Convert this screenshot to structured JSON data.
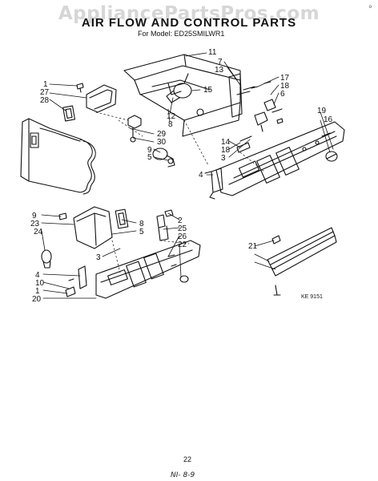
{
  "watermark": "AppliancePartsPros.com",
  "title": "AIR FLOW AND CONTROL PARTS",
  "subtitle": "For Model: ED25SMILWR1",
  "corner_mark": "o",
  "ref_code": "KE 9151",
  "page_number": "22",
  "handwritten": "NI- 8-9",
  "callouts": [
    "1",
    "27",
    "28",
    "29",
    "30",
    "9",
    "5",
    "11",
    "7",
    "13",
    "15",
    "12",
    "8",
    "17",
    "18",
    "6",
    "19",
    "16",
    "14",
    "18",
    "3",
    "4",
    "2",
    "25",
    "26",
    "22",
    "9",
    "23",
    "24",
    "8",
    "5",
    "3",
    "4",
    "10",
    "1",
    "20",
    "21"
  ]
}
